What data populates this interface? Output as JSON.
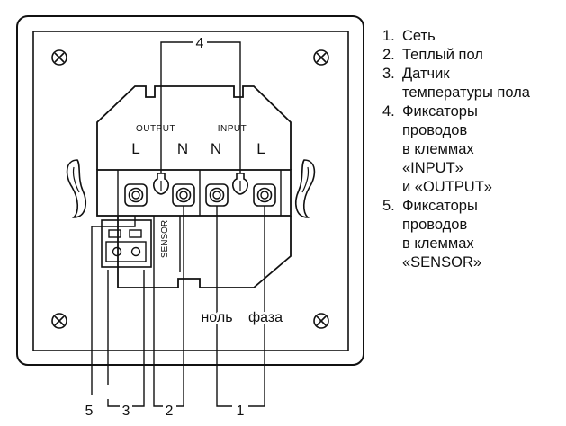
{
  "diagram": {
    "terminal_group_labels": {
      "output": "OUTPUT",
      "input": "INPUT"
    },
    "terminal_letters": [
      "L",
      "N",
      "N",
      "L"
    ],
    "sensor_label": "SENSOR",
    "wire_labels": {
      "neutral": "ноль",
      "phase": "фаза"
    },
    "callouts": {
      "top": "4",
      "b5": "5",
      "b3": "3",
      "b2": "2",
      "b1": "1"
    }
  },
  "legend": {
    "items": [
      {
        "number": "1.",
        "lines": [
          "Сеть"
        ]
      },
      {
        "number": "2.",
        "lines": [
          "Теплый пол"
        ]
      },
      {
        "number": "3.",
        "lines": [
          "Датчик",
          "температуры пола"
        ]
      },
      {
        "number": "4.",
        "lines": [
          "Фиксаторы",
          "проводов",
          "в клеммах",
          "«INPUT»",
          "и «OUTPUT»"
        ]
      },
      {
        "number": "5.",
        "lines": [
          "Фиксаторы",
          "проводов",
          "в клеммах",
          "«SENSOR»"
        ]
      }
    ]
  }
}
